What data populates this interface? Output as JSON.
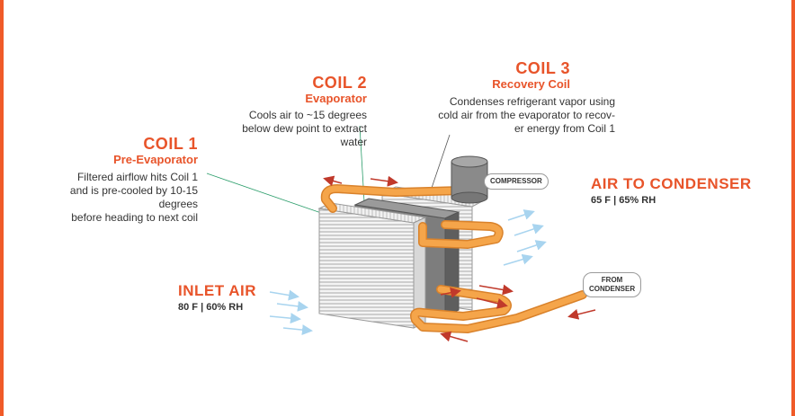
{
  "coil1": {
    "title": "COIL 1",
    "subtitle": "Pre-Evaporator",
    "description": "Filtered airflow hits Coil 1\nand is pre-cooled by 10-15\ndegrees\nbefore heading to next coil"
  },
  "coil2": {
    "title": "COIL 2",
    "subtitle": "Evaporator",
    "description": "Cools air to ~15 degrees\nbelow dew point to extract\nwater"
  },
  "coil3": {
    "title": "COIL 3",
    "subtitle": "Recovery Coil",
    "description": "Condenses refrigerant vapor using\ncold air from the evaporator to recov-\ner energy from Coil 1"
  },
  "inlet": {
    "title": "INLET AIR",
    "conditions": "80 F  | 60% RH"
  },
  "outlet": {
    "title": "AIR TO CONDENSER",
    "conditions": "65 F | 65% RH"
  },
  "compressor_label": "COMPRESSOR",
  "from_condenser_label": "FROM\nCONDENSER",
  "colors": {
    "accent": "#e8542a",
    "pipe": "#f5a54a",
    "pipe_outline": "#d9822b",
    "arrow": "#c0392b",
    "air_arrow": "#a8d4ef",
    "text": "#333333"
  }
}
